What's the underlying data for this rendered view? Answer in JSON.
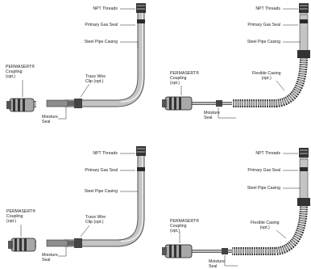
{
  "panels": [
    {
      "npt": "NPT Threads",
      "gas_seal": "Primary Gas Seal",
      "casing": "Steel Pipe Casing",
      "coupling": "PERMASERT®\nCoupling\n(opt.)",
      "clip": "Trace Wire\nClip (opt.)",
      "moisture": "Moisture\nSeal"
    },
    {
      "npt": "NPT Threads",
      "gas_seal": "Primary Gas Seal",
      "casing": "Steel Pipe Casing",
      "coupling": "PERMASERT®\nCoupling\n(opt.)",
      "flex": "Flexible Casing\n(opt.)",
      "moisture": "Moisture\nSeal"
    },
    {
      "npt": "NPT Threads",
      "gas_seal": "Primary Gas Seal",
      "casing": "Steel Pipe Casing",
      "coupling": "PERMASERT®\nCoupling\n(opt.)",
      "clip": "Trace Wire\nClip (opt.)",
      "moisture": "Moisture\nSeal"
    },
    {
      "npt": "NPT Threads",
      "gas_seal": "Primary Gas Seal",
      "casing": "Steel Pipe Casing",
      "coupling": "PERMASERT®\nCoupling\n(opt.)",
      "flex": "Flexible Casing\n(opt.)",
      "moisture": "Moisture\nSeal"
    }
  ],
  "colors": {
    "pipe": "#b9b9b9",
    "pipe_dark": "#6a6a6a",
    "ink": "#1a1a1a"
  }
}
